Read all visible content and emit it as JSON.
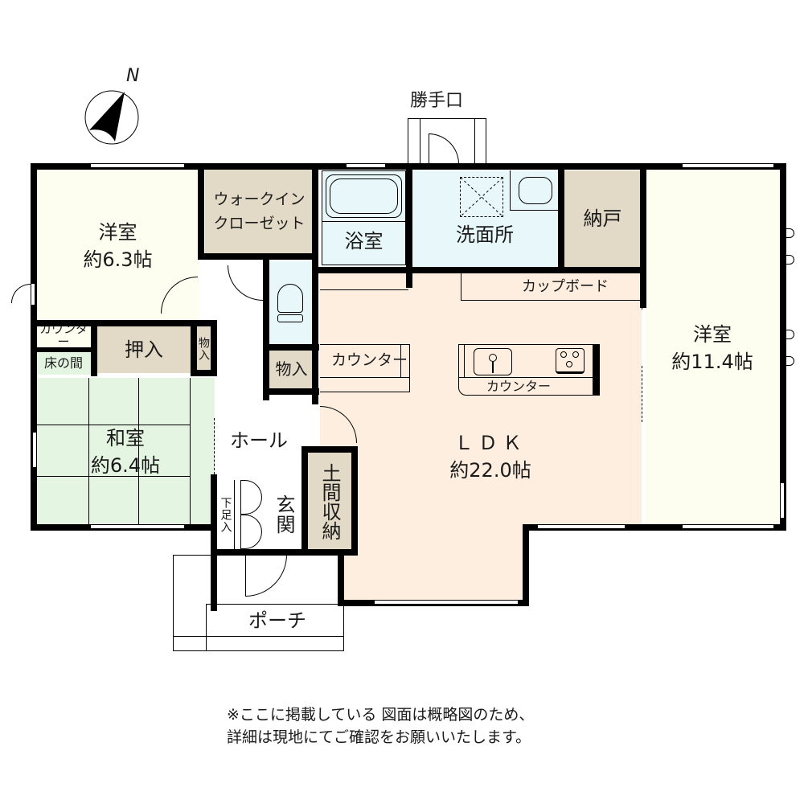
{
  "compass": {
    "label": "N",
    "icon": "north-arrow-icon"
  },
  "rooms": {
    "western_room_1": {
      "name": "洋室",
      "size": "約6.3帖"
    },
    "walk_in_closet": {
      "line1": "ウォークイン",
      "line2": "クローゼット"
    },
    "bathroom": {
      "name": "浴室"
    },
    "washroom": {
      "name": "洗面所"
    },
    "storeroom": {
      "name": "納戸"
    },
    "back_door": {
      "name": "勝手口"
    },
    "western_room_2": {
      "name": "洋室",
      "size": "約11.4帖"
    },
    "cupboard": {
      "name": "カップボード"
    },
    "counter_left_corner": {
      "name": "カウンター"
    },
    "closet_oshiire": {
      "name": "押入"
    },
    "tokonoma": {
      "name": "床の間"
    },
    "storage_small_1": {
      "name": "物入"
    },
    "storage_small_2": {
      "name": "物入"
    },
    "ldk_counter_left": {
      "name": "カウンター"
    },
    "kitchen_counter": {
      "name": "カウンター"
    },
    "japanese_room": {
      "name": "和室",
      "size": "約6.4帖"
    },
    "hall": {
      "name": "ホール"
    },
    "ldk": {
      "name": "ＬＤＫ",
      "size": "約22.0帖"
    },
    "shoe_storage": {
      "name": "下足入"
    },
    "entrance": {
      "name": "玄関"
    },
    "earthen_storage": {
      "name": "土間収納"
    },
    "porch": {
      "name": "ポーチ"
    }
  },
  "disclaimer": {
    "line1": "※ここに掲載している 図面は概略図のため、",
    "line2": "詳細は現地にてご確認をお願いいたします。"
  },
  "colors": {
    "western_room": "#fdfdf0",
    "storage": "#e2d9c6",
    "wet_area": "#e8f8fa",
    "ldk": "#fdeee0",
    "japanese_room": "#e4f6e2",
    "wall": "#000000"
  }
}
